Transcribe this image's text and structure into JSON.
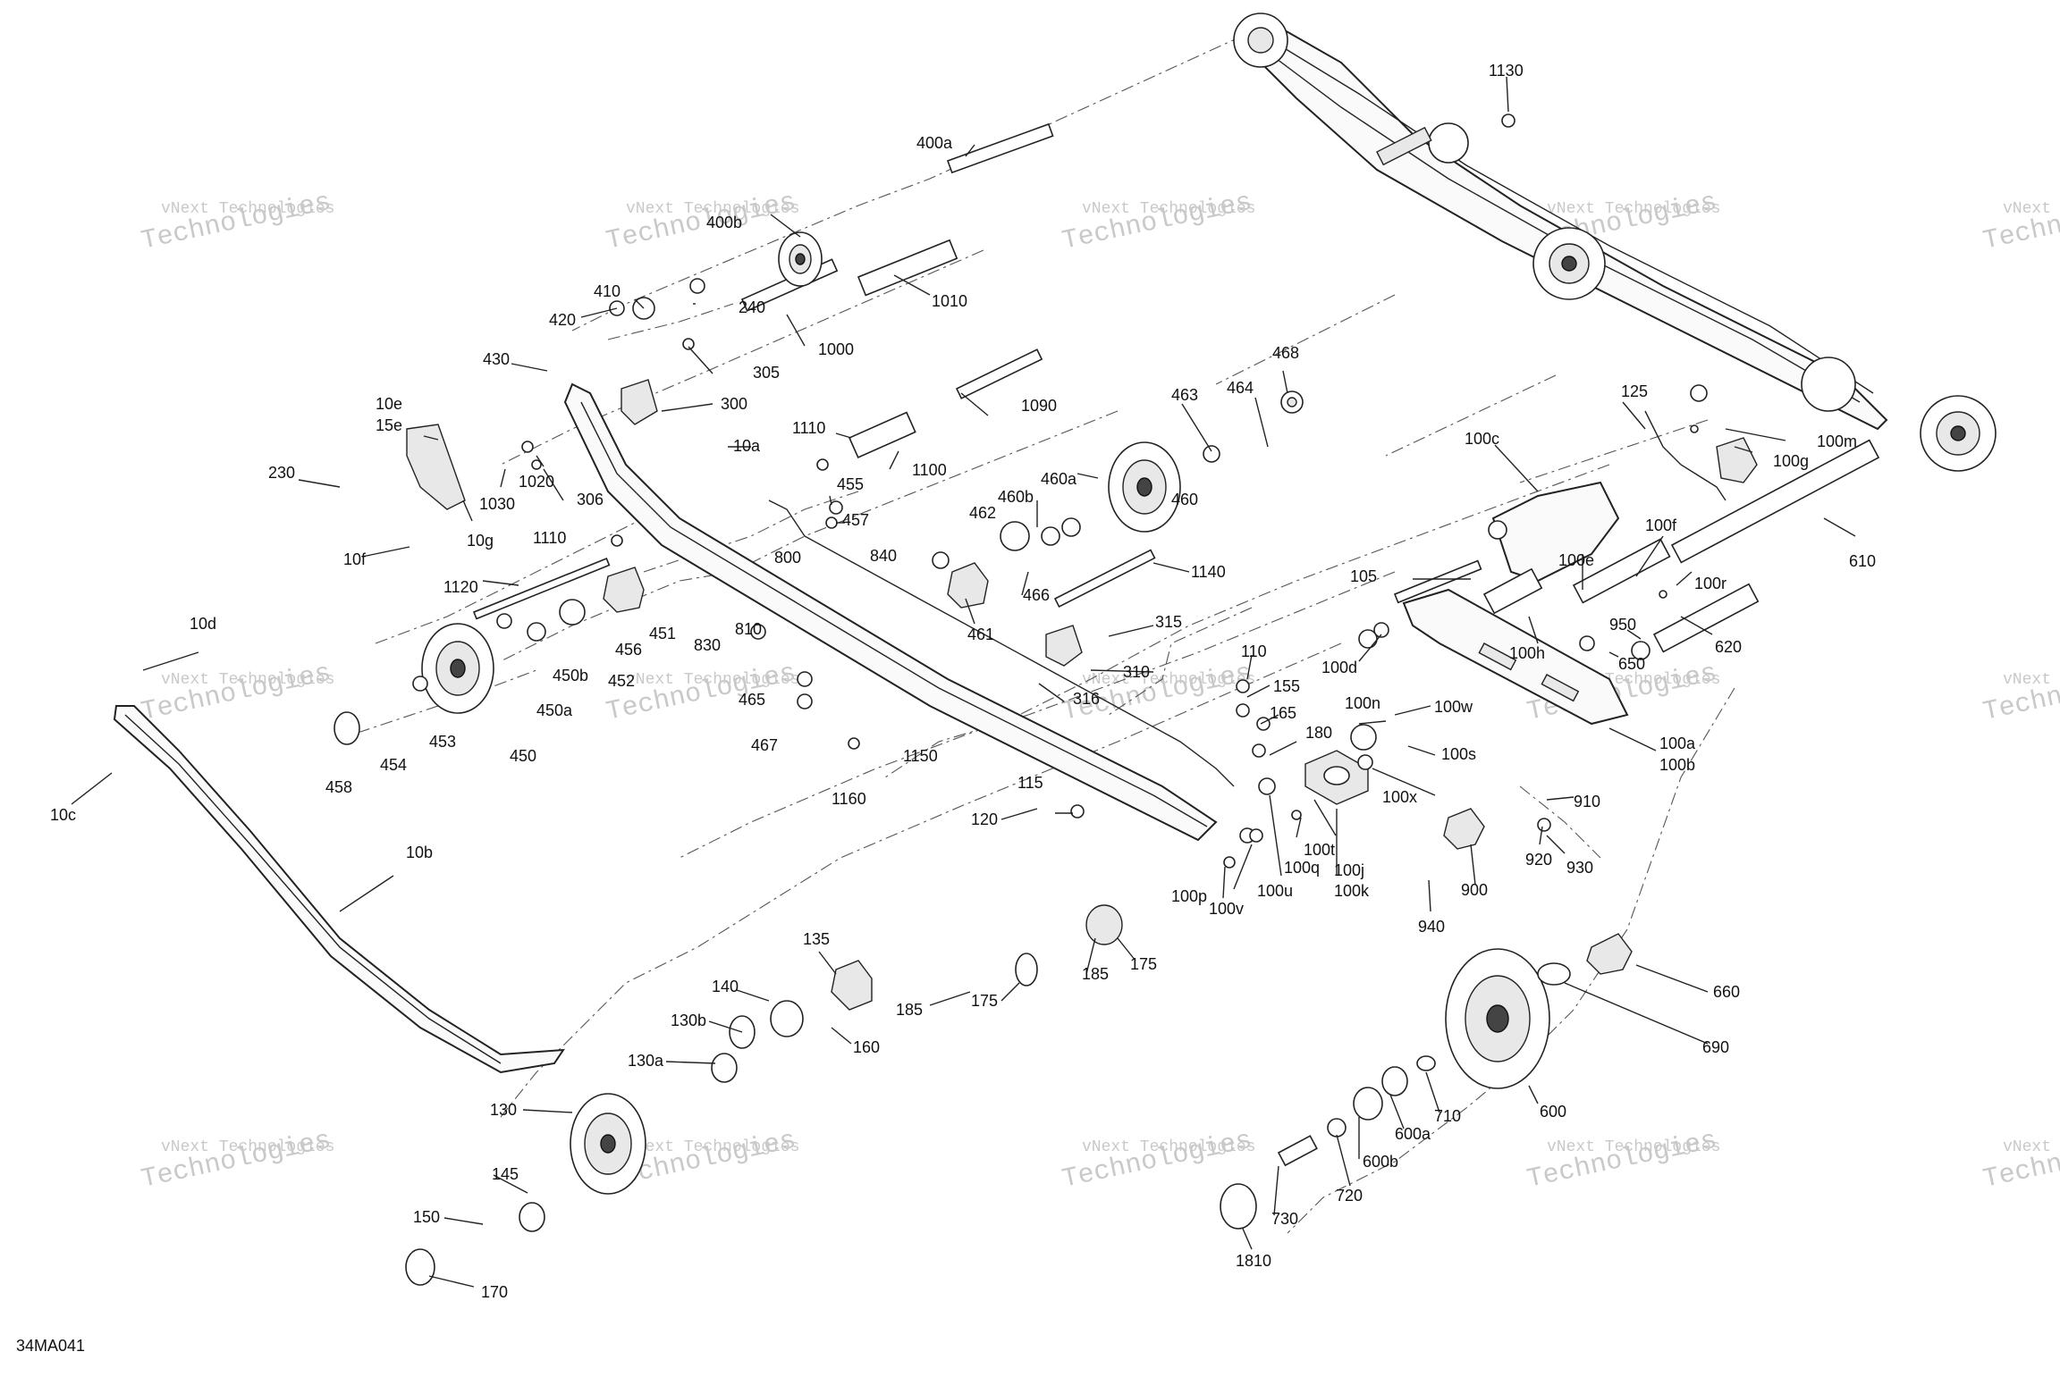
{
  "diagram_code": "34MA041",
  "watermark": {
    "line1": "vNext Technologies",
    "line2": "Technologies"
  },
  "labels": {
    "l400a": "400a",
    "l1130": "1130",
    "l400b": "400b",
    "l1010": "1010",
    "l1000": "1000",
    "l410": "410",
    "l420": "420",
    "l240": "240",
    "l430": "430",
    "l305": "305",
    "l300": "300",
    "l10e": "10e",
    "l15e": "15e",
    "l230": "230",
    "l1030": "1030",
    "l1020": "1020",
    "l306": "306",
    "l10g": "10g",
    "l10f": "10f",
    "l10a": "10a",
    "l1110a": "1110",
    "l1110b": "1110",
    "l455": "455",
    "l457": "457",
    "l1100": "1100",
    "l1090": "1090",
    "l463": "463",
    "l464": "464",
    "l468": "468",
    "l125": "125",
    "l100c": "100c",
    "l100g": "100g",
    "l100m": "100m",
    "l460a": "460a",
    "l460b": "460b",
    "l460": "460",
    "l462": "462",
    "l840": "840",
    "l466": "466",
    "l461": "461",
    "l1140": "1140",
    "l1120": "1120",
    "l10d": "10d",
    "l451": "451",
    "l456": "456",
    "l450b": "450b",
    "l452": "452",
    "l450a": "450a",
    "l450": "450",
    "l453": "453",
    "l454": "454",
    "l458": "458",
    "l10c": "10c",
    "l10b": "10b",
    "l800": "800",
    "l810": "810",
    "l830": "830",
    "l465": "465",
    "l467": "467",
    "l315": "315",
    "l310": "310",
    "l316": "316",
    "l1150": "1150",
    "l1160": "1160",
    "l105": "105",
    "l100e": "100e",
    "l100f": "100f",
    "l100r": "100r",
    "l610": "610",
    "l620": "620",
    "l100h": "100h",
    "l100d": "100d",
    "l950": "950",
    "l650": "650",
    "l110": "110",
    "l155": "155",
    "l165": "165",
    "l180": "180",
    "l100n": "100n",
    "l100w": "100w",
    "l100s": "100s",
    "l100x": "100x",
    "l100a": "100a",
    "l100b": "100b",
    "l910": "910",
    "l115": "115",
    "l120": "120",
    "l100t": "100t",
    "l100q": "100q",
    "l100j": "100j",
    "l100k": "100k",
    "l100p": "100p",
    "l100v": "100v",
    "l100u": "100u",
    "l920": "920",
    "l930": "930",
    "l900": "900",
    "l940": "940",
    "l135": "135",
    "l175a": "175",
    "l175b": "175",
    "l185a": "185",
    "l185b": "185",
    "l140": "140",
    "l130b": "130b",
    "l130a": "130a",
    "l160": "160",
    "l130": "130",
    "l145": "145",
    "l150": "150",
    "l170": "170",
    "l660": "660",
    "l690": "690",
    "l600": "600",
    "l710": "710",
    "l600a": "600a",
    "l600b": "600b",
    "l720": "720",
    "l730": "730",
    "l1810": "1810"
  }
}
